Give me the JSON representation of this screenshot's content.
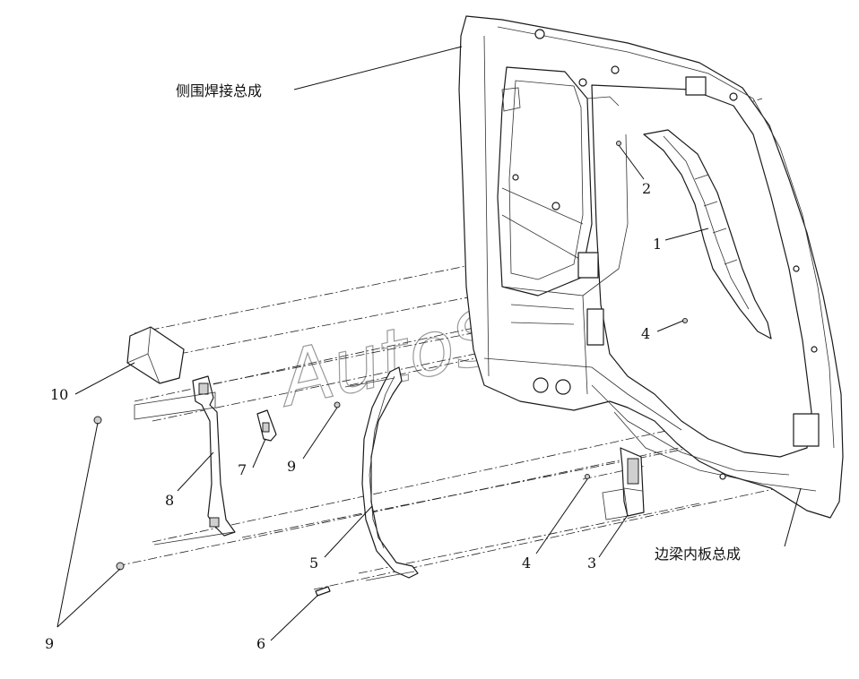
{
  "watermark": "AutoSom",
  "labels": {
    "side_frame": "侧围焊接总成",
    "inner_beam": "边梁内板总成",
    "p1": "1",
    "p2": "2",
    "p3": "3",
    "p4a": "4",
    "p4b": "4",
    "p5": "5",
    "p6": "6",
    "p7": "7",
    "p8": "8",
    "p9a": "9",
    "p9b": "9",
    "p10": "10"
  }
}
